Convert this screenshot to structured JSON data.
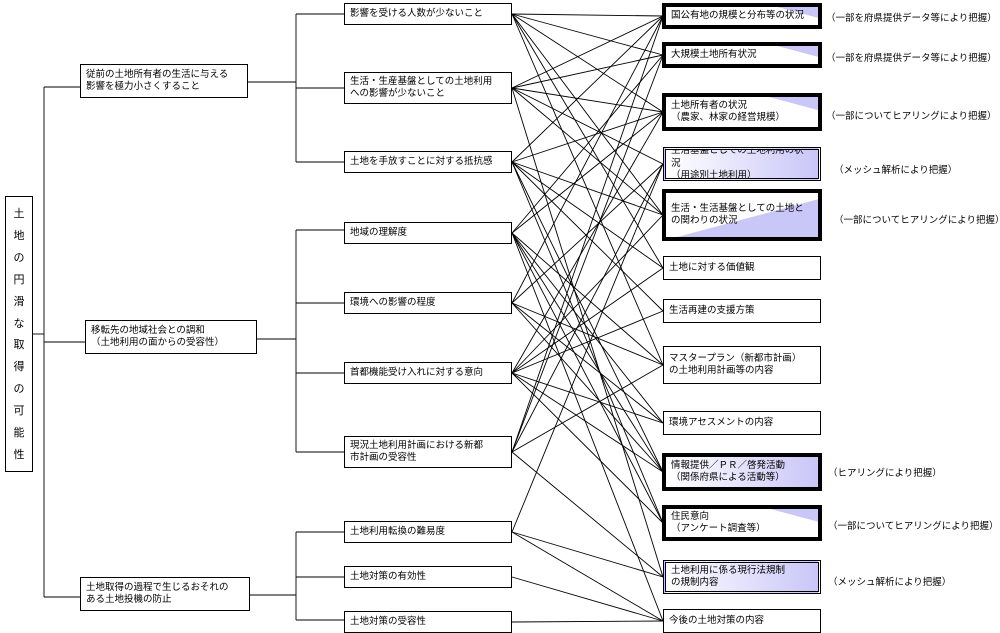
{
  "root": {
    "chars": [
      "土",
      "地",
      "の",
      "円",
      "滑",
      "な",
      "取",
      "得",
      "の",
      "可",
      "能",
      "性"
    ]
  },
  "level1": [
    {
      "text": "従前の土地所有者の生活に与える\n影響を極力小さくすること"
    },
    {
      "text": "移転先の地域社会との調和\n（土地利用の面からの受容性）"
    },
    {
      "text": "土地取得の過程で生じるおそれの\nある土地投機の防止"
    }
  ],
  "level2": [
    {
      "text": "影響を受ける人数が少ないこと"
    },
    {
      "text": "生活・生産基盤としての土地利用\nへの影響が少ないこと"
    },
    {
      "text": "土地を手放すことに対する抵抗感"
    },
    {
      "text": "地域の理解度"
    },
    {
      "text": "環境への影響の程度"
    },
    {
      "text": "首都機能受け入れに対する意向"
    },
    {
      "text": "現況土地利用計画における新都\n市計画の受容性"
    },
    {
      "text": "土地利用転換の難易度"
    },
    {
      "text": "土地対策の有効性"
    },
    {
      "text": "土地対策の受容性"
    }
  ],
  "level3": [
    {
      "text": "国公有地の規模と分布等の状況",
      "note": "（一部を府県提供データ等により把握）"
    },
    {
      "text": "大規模土地所有状況",
      "note": "（一部を府県提供データ等により把握）"
    },
    {
      "text": "土地所有者の状況\n（農家、林家の経営規模）",
      "note": "（一部についてヒアリングにより把握）"
    },
    {
      "text": "生活基盤としての土地利用の状況\n（用途別土地利用）",
      "note": "（メッシュ解析により把握）"
    },
    {
      "text": "生活・生活基盤としての土地と\nの関わりの状況",
      "note": "（一部についてヒアリングにより把握）"
    },
    {
      "text": "土地に対する価値観",
      "note": ""
    },
    {
      "text": "生活再建の支援方策",
      "note": ""
    },
    {
      "text": "マスタープラン（新都市計画）\nの土地利用計画等の内容",
      "note": ""
    },
    {
      "text": "環境アセスメントの内容",
      "note": ""
    },
    {
      "text": "情報提供／ＰＲ／啓発活動\n（関係府県による活動等）",
      "note": "（ヒアリングにより把握）"
    },
    {
      "text": "住民意向\n（アンケート調査等）",
      "note": "（一部についてヒアリングにより把握）"
    },
    {
      "text": "土地利用に係る現行法規制\nの規制内容",
      "note": "（メッシュ解析により把握）"
    },
    {
      "text": "今後の土地対策の内容",
      "note": ""
    }
  ],
  "colors": {
    "line": "#000000",
    "fill_accent": "#c9c6f8"
  }
}
